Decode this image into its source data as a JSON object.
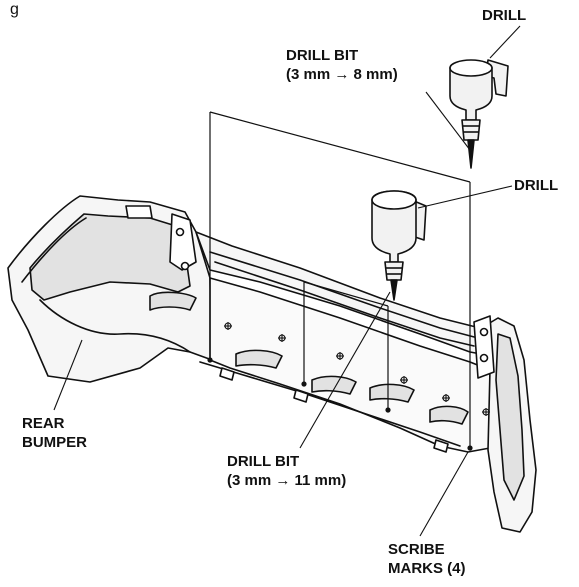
{
  "labels": {
    "partial_top": "g",
    "drill_top": "DRILL",
    "drill_bit_top_line1": "DRILL BIT",
    "drill_bit_top_line2": "(3 mm → 8 mm)",
    "drill_mid": "DRILL",
    "rear_bumper_line1": "REAR",
    "rear_bumper_line2": "BUMPER",
    "drill_bit_bottom_line1": "DRILL BIT",
    "drill_bit_bottom_line2": "(3 mm → 11 mm)",
    "scribe_marks_line1": "SCRIBE",
    "scribe_marks_line2": "MARKS (4)"
  },
  "colors": {
    "line": "#111111",
    "tool_fill": "#f2f2f2",
    "bumper_fill": "#f6f6f6",
    "bumper_shade": "#e2e2e2"
  }
}
